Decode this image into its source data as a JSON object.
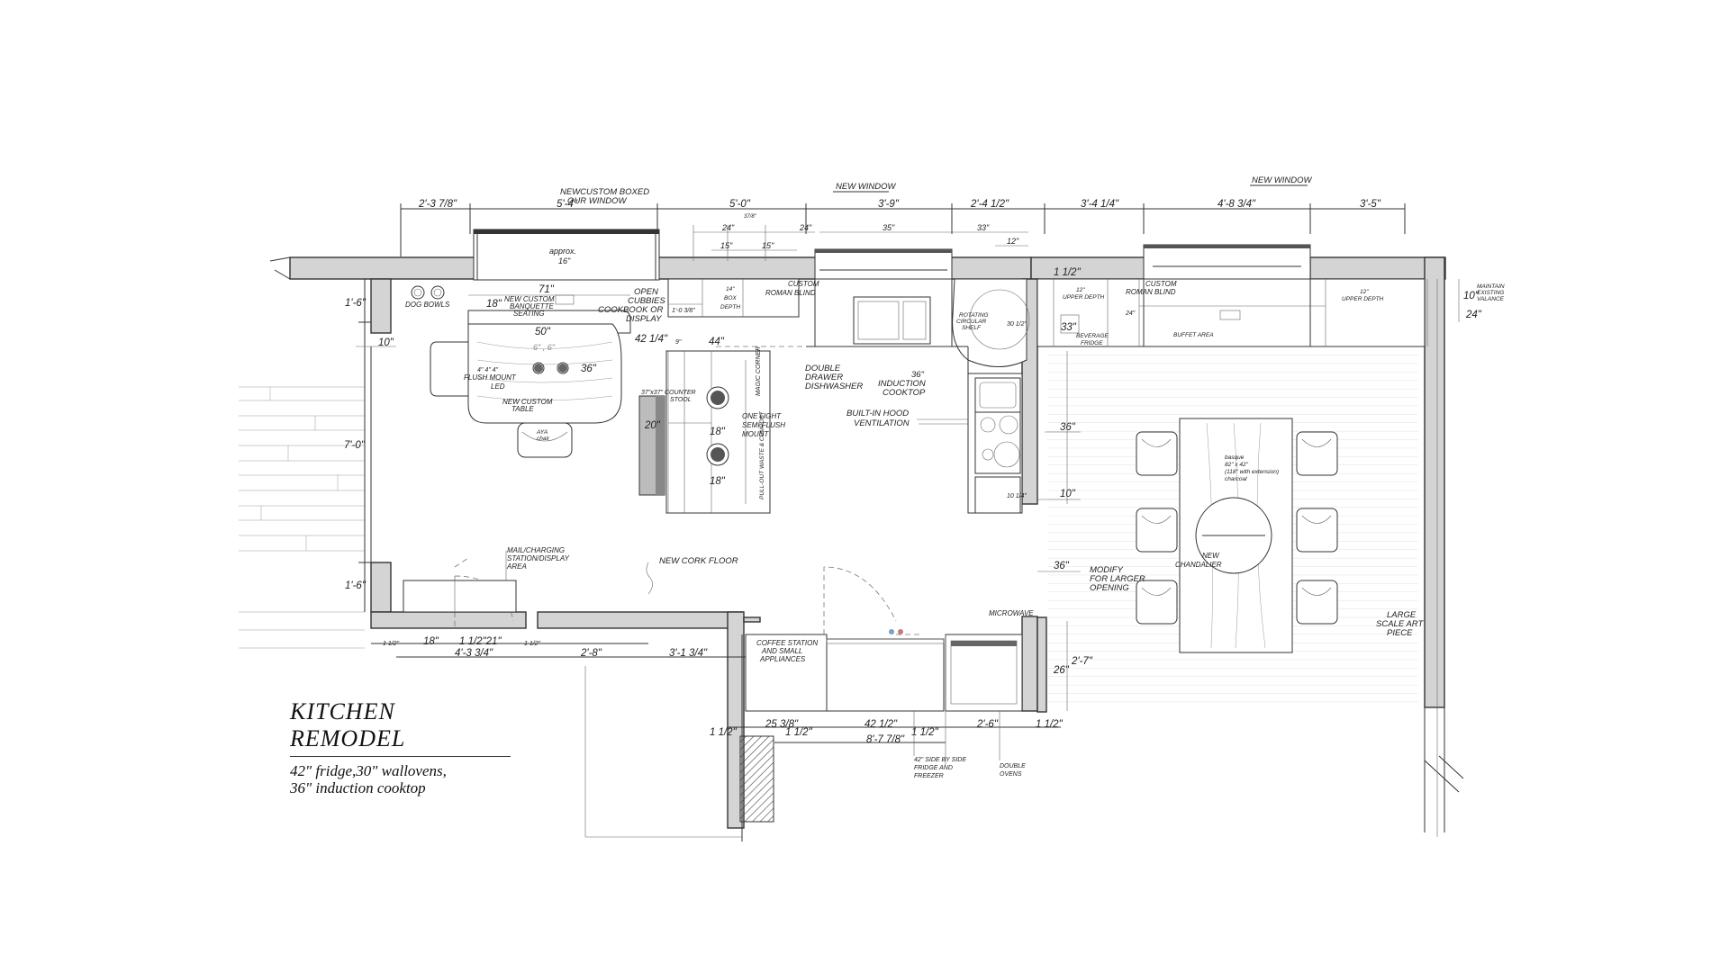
{
  "title": {
    "main": "KITCHEN REMODEL",
    "line1": "42\" fridge,30\" wallovens,",
    "line2": "36\" induction cooktop"
  },
  "top_labels": {
    "boxed_window": "NEWCUSTOM BOXED OUR WINDOW",
    "new_window_a": "NEW WINDOW",
    "new_window_b": "NEW WINDOW"
  },
  "top_dims": [
    "2'-3 7/8\"",
    "5'-4\"",
    "5'-0\"",
    "3'-9\"",
    "2'-4 1/2\"",
    "3'-4 1/4\"",
    "4'-8 3/4\"",
    "3'-5\""
  ],
  "sub_dims": {
    "d24a": "24\"",
    "d24b": "24\"",
    "d15a": "15\"",
    "d15b": "15\"",
    "d37_8": "37/8\"",
    "d35": "35\"",
    "d33": "33\"",
    "d12": "12\"",
    "d1_12": "1 1/2\"",
    "approx": "approx.",
    "d16": "16\""
  },
  "labels": {
    "dog_bowls": "DOG BOWLS",
    "banquette": "NEW CUSTOM BANQUETTE SEATING",
    "open_cubbies": "OPEN CUBBIES COOKBOOK OR DISPLAY",
    "box_depth": "14\" BOX DEPTH",
    "roman_blind_a": "CUSTOM ROMAN BLIND",
    "roman_blind_b": "CUSTOM ROMAN BLIND",
    "rotating_shelf": "ROTATING CIRCULAR SHELF",
    "upper_depth_a": "12\" UPPER DEPTH",
    "upper_depth_b": "12\" UPPER DEPTH",
    "valance": "MAINTAIN EXISTING VALANCE",
    "beverage_fridge": "BEVERAGE FRIDGE",
    "buffet": "BUFFET AREA",
    "flush_mount": "FLUSH MOUNT LED",
    "custom_table": "NEW CUSTOM TABLE",
    "aya_chair": "AYA chair",
    "counter_stool": "37\"x37\" COUNTER STOOL",
    "magic_corner": "MAGIC CORNER",
    "one_light": "ONE LIGHT SEMI FLUSH MOUNT",
    "pull_out": "PULL-OUT WASTE & COMPOST",
    "dishwasher": "DOUBLE DRAWER DISHWASHER",
    "cooktop": "36\" INDUCTION COOKTOP",
    "hood": "BUILT-IN HOOD VENTILATION",
    "mail_station": "MAIL/CHARGING STATION/DISPLAY AREA",
    "cork_floor": "NEW CORK FLOOR",
    "coffee_station": "COFFEE STATION AND SMALL APPLIANCES",
    "microwave": "MICROWAVE",
    "fridge": "42\" SIDE BY SIDE FRIDGE AND FREEZER",
    "ovens": "DOUBLE OVENS",
    "dining_table": "basque 82\" x 42\" (118\" with extension) charcoal",
    "chandelier": "NEW CHANDALIER",
    "modify_opening": "MODIFY FOR LARGER OPENING",
    "large_art": "LARGE SCALE ART PIECE"
  },
  "dims": {
    "d1_6a": "1'-6\"",
    "d10a": "10\"",
    "d7_0": "7'-0\"",
    "d1_6b": "1'-6\"",
    "d71": "71\"",
    "d18a": "18\"",
    "d50": "50\"",
    "d36a": "36\"",
    "d6_6": "6\" , 6\"",
    "d42_14": "42 1/4\"",
    "d44": "44\"",
    "d9": "9\"",
    "d1_0_38": "1'-0 3/8\"",
    "d20": "20\"",
    "d18b": "18\"",
    "d18c": "18\"",
    "d36cook": "36\"",
    "d10b": "10\"",
    "d30_12": "30 1/2\"",
    "d10_14": "10 1/4\"",
    "d33b": "33\"",
    "d24c": "24\"",
    "d10c": "10\"",
    "d24d": "24\"",
    "d36b": "36\"",
    "d26": "26\"",
    "d2_7": "2'-7\"",
    "d1_12top": "1 1/2\"",
    "d1_12a": "1 1/2\"",
    "d18d": "18\"",
    "d1_12_21": "1 1/2\"21\"",
    "d1_12b": "1 1/2\"",
    "d4_3_34": "4'-3 3/4\"",
    "d2_8": "2'-8\"",
    "d3_1_34": "3'-1 3/4\"",
    "d1_12c": "1 1/2\"",
    "d25_38": "25 3/8\"",
    "d1_12d": "1 1/2\"",
    "d42_12": "42 1/2\"",
    "d1_12e": "1 1/2\"",
    "d2_6": "2'-6\"",
    "d1_12f": "1 1/2\"",
    "d8_7_78": "8'-7 7/8\"",
    "d4_chair": "4\" 4\" 4\""
  }
}
